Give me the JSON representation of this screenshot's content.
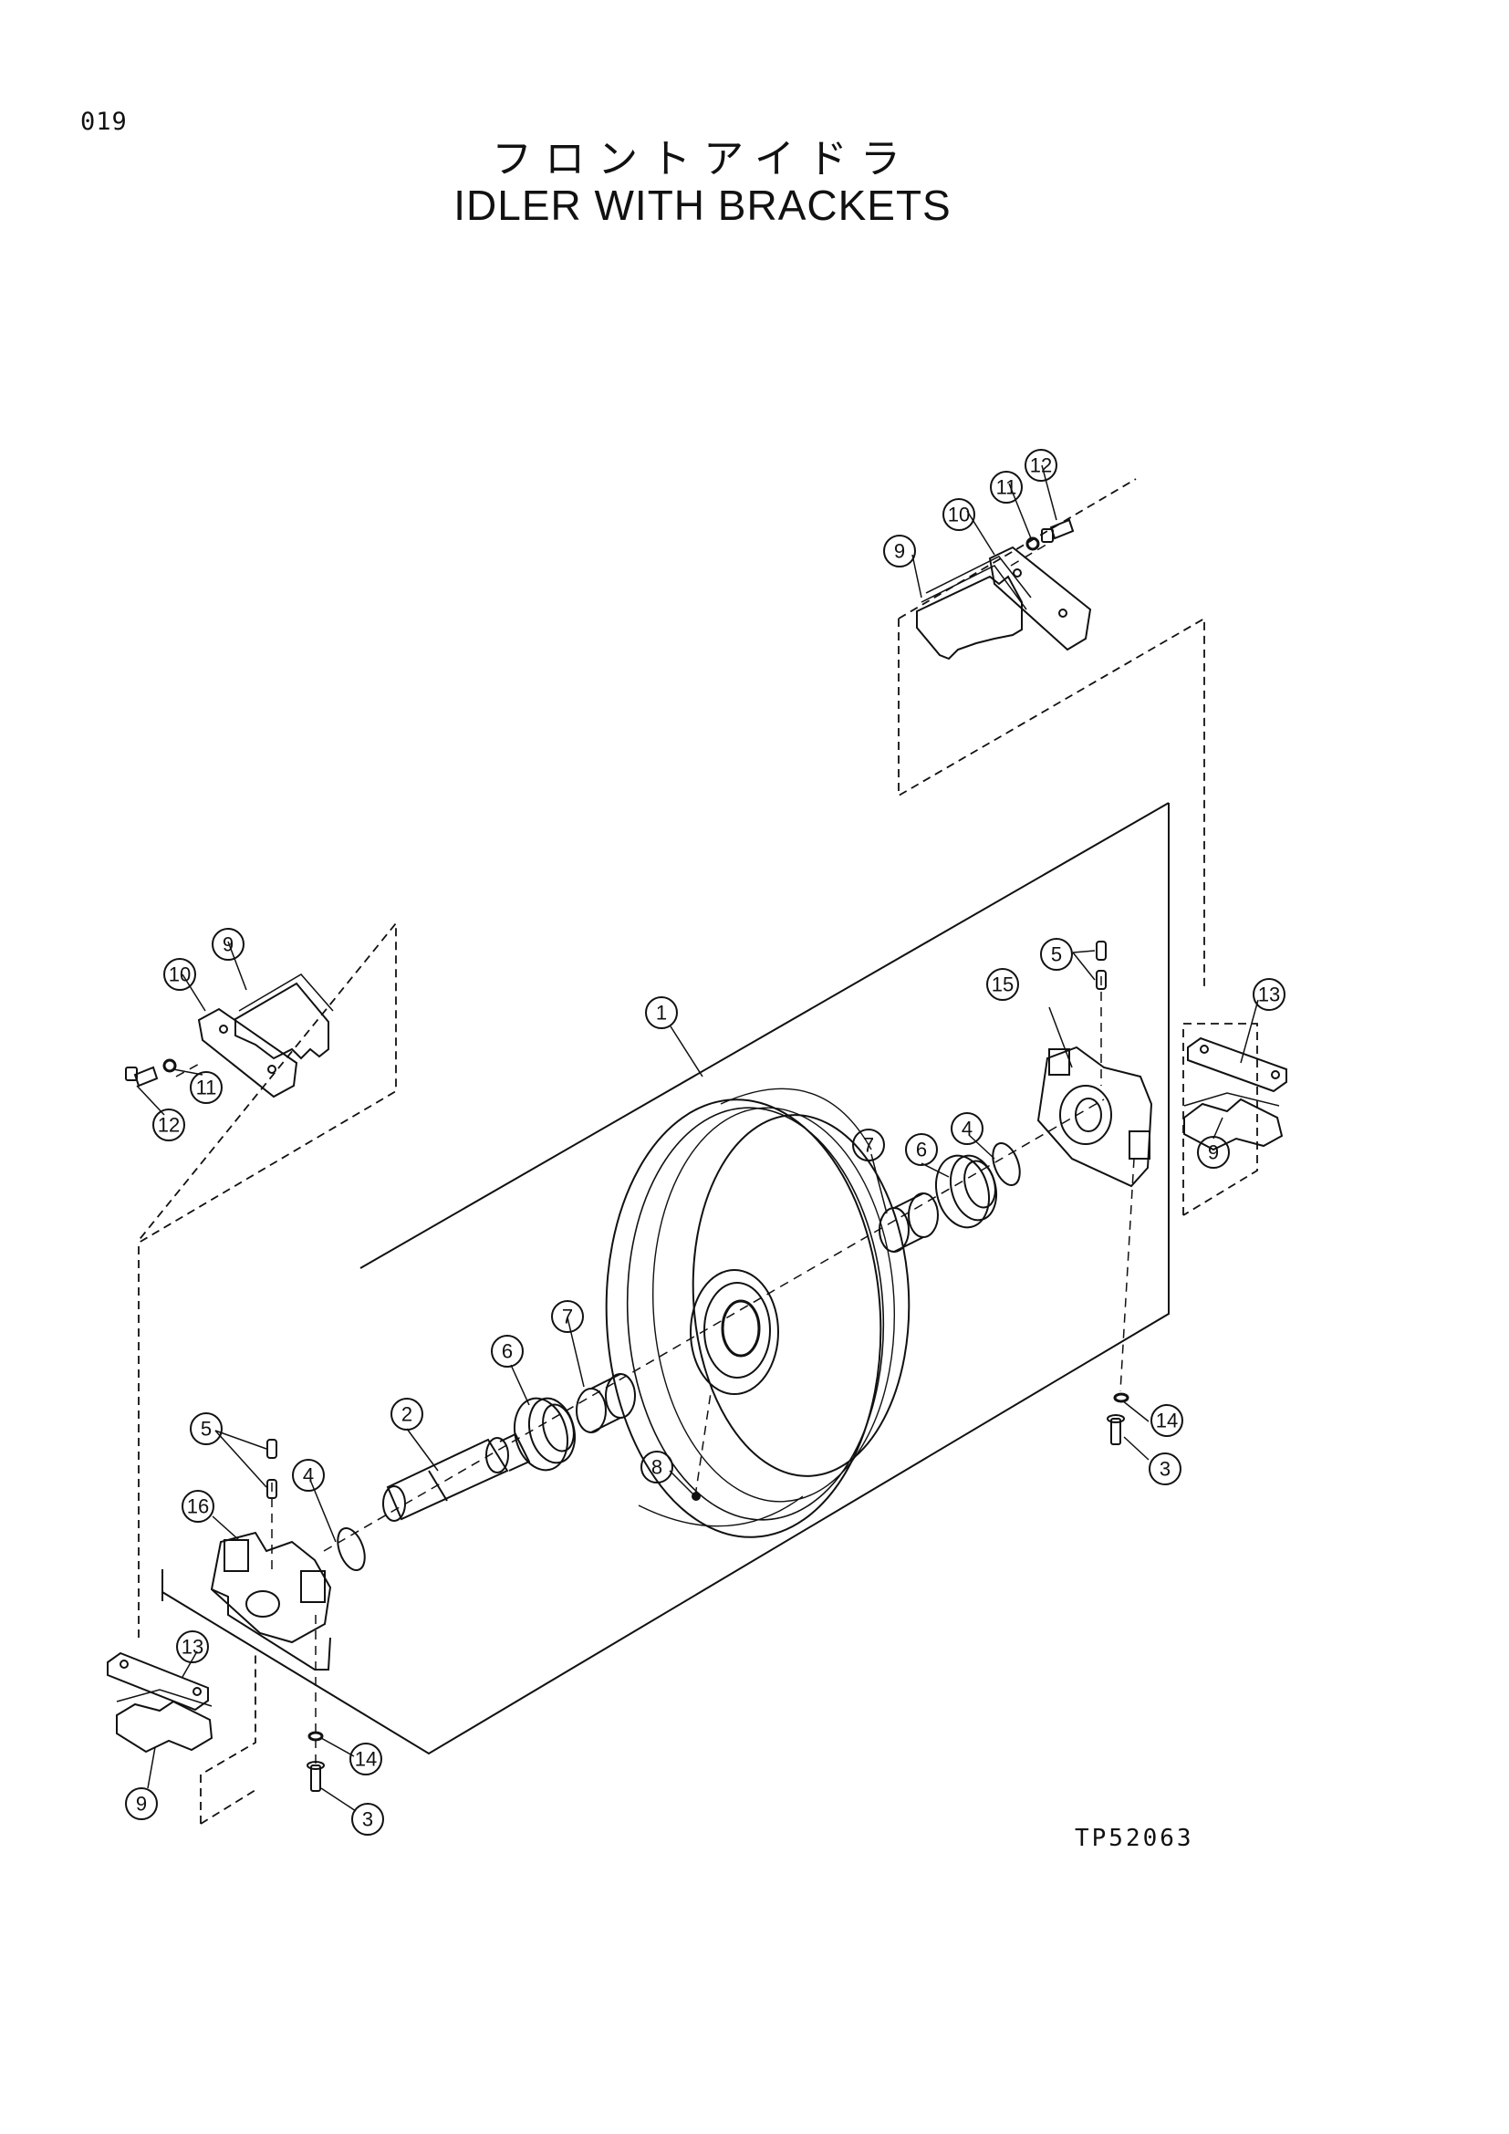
{
  "header": {
    "page_number": "019",
    "title_jp": "フロントアイドラ",
    "title_en": "IDLER WITH BRACKETS"
  },
  "footer": {
    "drawing_code": "TP52063"
  },
  "callouts": {
    "c1": "1",
    "c2": "2",
    "c3a": "3",
    "c3b": "3",
    "c4a": "4",
    "c4b": "4",
    "c5a": "5",
    "c5b": "5",
    "c6a": "6",
    "c6b": "6",
    "c7a": "7",
    "c7b": "7",
    "c8": "8",
    "c9a": "9",
    "c9b": "9",
    "c9c": "9",
    "c9d": "9",
    "c10a": "10",
    "c10b": "10",
    "c11a": "11",
    "c11b": "11",
    "c12a": "12",
    "c12b": "12",
    "c13a": "13",
    "c13b": "13",
    "c14a": "14",
    "c14b": "14",
    "c15": "15",
    "c16": "16"
  }
}
